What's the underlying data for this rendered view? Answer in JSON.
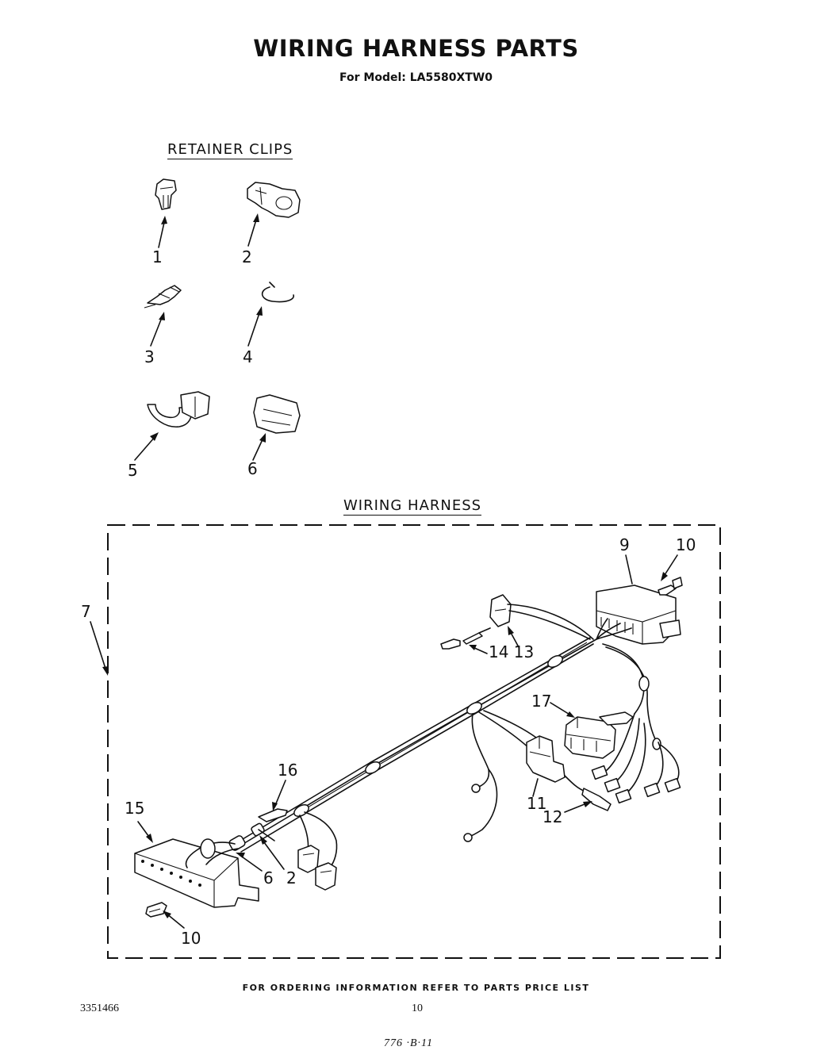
{
  "header": {
    "title": "WIRING HARNESS PARTS",
    "subtitle": "For Model: LA5580XTW0"
  },
  "sections": {
    "retainer_clips": "RETAINER CLIPS",
    "wiring_harness": "WIRING HARNESS"
  },
  "callouts": {
    "clips": [
      "1",
      "2",
      "3",
      "4",
      "5",
      "6"
    ],
    "harness": {
      "c7": "7",
      "c9": "9",
      "c10a": "10",
      "c14_13": "14 13",
      "c17": "17",
      "c16": "16",
      "c15": "15",
      "c11": "11",
      "c12": "12",
      "c6": "6",
      "c2": "2",
      "c10b": "10"
    }
  },
  "footer": {
    "ordering_note": "FOR ORDERING INFORMATION REFER TO PARTS PRICE LIST",
    "doc_number": "3351466",
    "page_number": "10",
    "handwritten_note": "776 ·B·11"
  }
}
